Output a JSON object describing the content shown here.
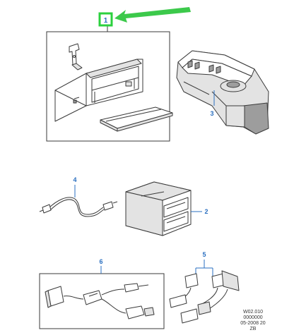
{
  "parts": {
    "callout_1": "1",
    "callout_2": "2",
    "callout_3": "3",
    "callout_4": "4",
    "callout_5": "5",
    "callout_6": "6"
  },
  "reference": {
    "line1": "W02.010",
    "line2": "0000000",
    "line3": "05-2008 20",
    "line4": "ZB"
  },
  "colors": {
    "callout": "#2a6fc0",
    "highlight_arrow": "#3cc94b",
    "highlight_box": "#2bd13e",
    "line_art": "#3a3a3a"
  },
  "icons": {
    "arrow": "green-arrow-icon",
    "highlight": "green-highlight-box-icon"
  }
}
